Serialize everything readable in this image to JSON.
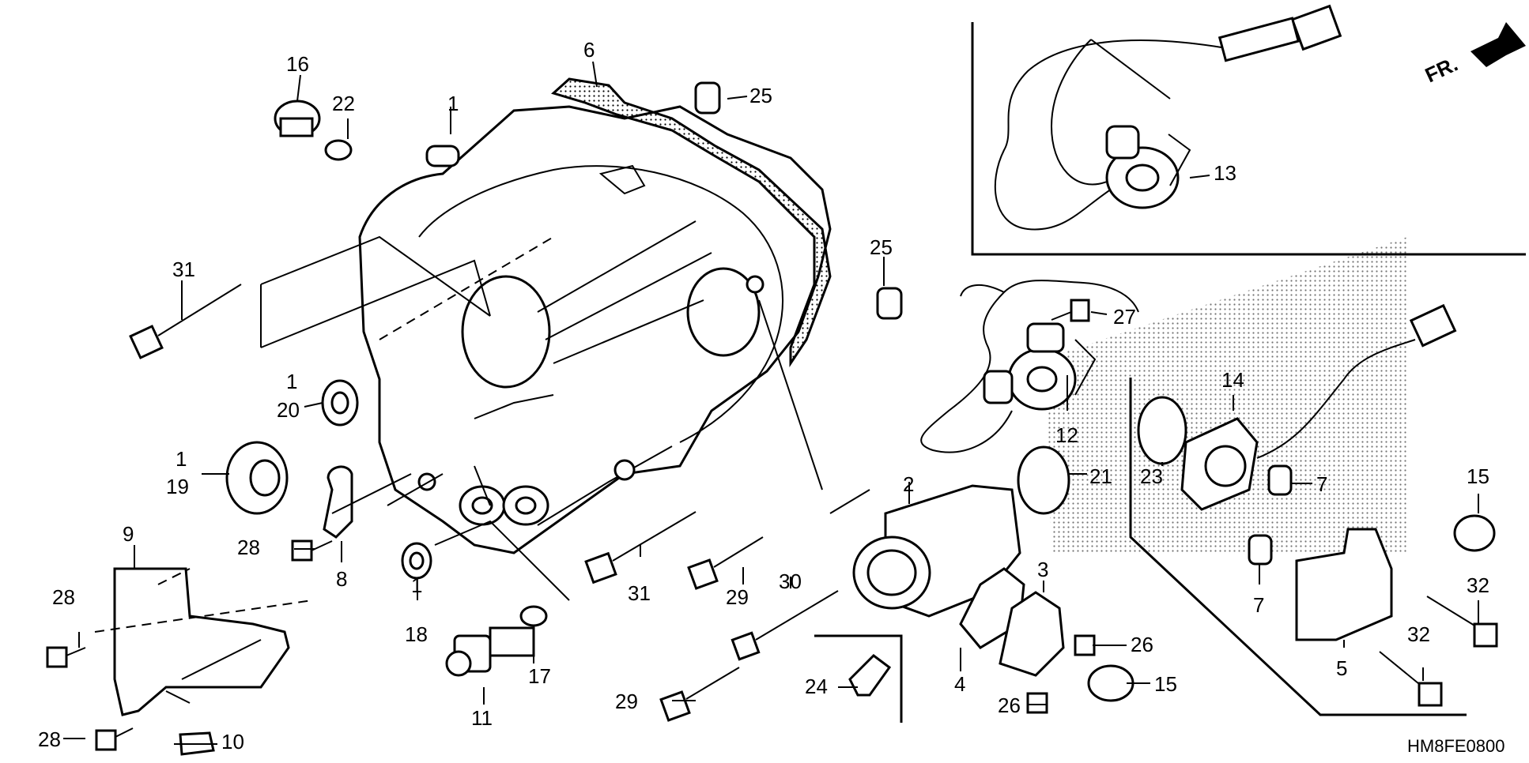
{
  "diagram": {
    "drawing_code": "HM8FE0800",
    "orientation_label": "FR.",
    "callouts": {
      "c1a": "1",
      "c1b": "1",
      "c1c": "1",
      "c1d": "1",
      "c2": "2",
      "c3": "3",
      "c4": "4",
      "c5": "5",
      "c6": "6",
      "c7a": "7",
      "c7b": "7",
      "c8": "8",
      "c9": "9",
      "c10": "10",
      "c11": "11",
      "c12": "12",
      "c13": "13",
      "c14": "14",
      "c15a": "15",
      "c15b": "15",
      "c16": "16",
      "c17": "17",
      "c18": "18",
      "c19": "19",
      "c20": "20",
      "c21": "21",
      "c22": "22",
      "c23": "23",
      "c24": "24",
      "c25a": "25",
      "c25b": "25",
      "c26a": "26",
      "c26b": "26",
      "c27": "27",
      "c28a": "28",
      "c28b": "28",
      "c28c": "28",
      "c29a": "29",
      "c29b": "29",
      "c30": "30",
      "c31a": "31",
      "c31b": "31",
      "c32a": "32",
      "c32b": "32"
    }
  }
}
